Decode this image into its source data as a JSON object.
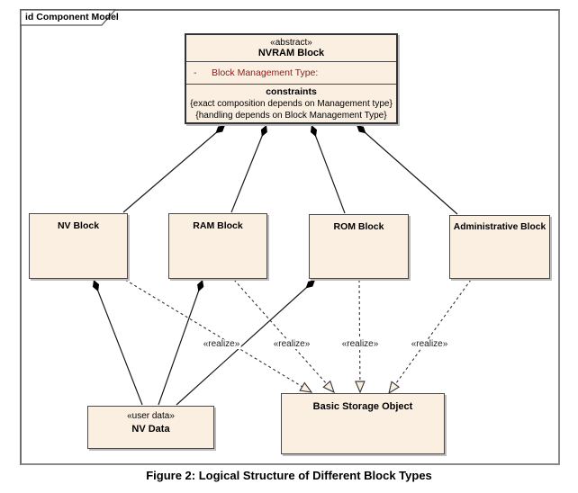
{
  "frame": {
    "label": "id Component Model"
  },
  "caption": "Figure 2: Logical Structure of Different Block Types",
  "nvram_block": {
    "stereotype": "«abstract»",
    "name": "NVRAM Block",
    "attribute_visibility": "-",
    "attribute_name": "Block Management Type:",
    "constraints_title": "constraints",
    "constraints": [
      "{exact composition depends on Management type}",
      "{handling depends on Block Management Type}"
    ]
  },
  "blocks": [
    {
      "name": "NV Block"
    },
    {
      "name": "RAM Block"
    },
    {
      "name": "ROM Block"
    },
    {
      "name": "Administrative Block"
    }
  ],
  "nv_data": {
    "stereotype": "«user data»",
    "name": "NV Data"
  },
  "basic_storage_object": {
    "name": "Basic Storage Object"
  },
  "relations": {
    "realize_label": "«realize»",
    "composition_targets": [
      "NV Block",
      "RAM Block",
      "ROM Block",
      "Administrative Block"
    ],
    "aggregated_into_nv_data": [
      "NV Block",
      "RAM Block",
      "ROM Block"
    ],
    "realize_sources": [
      "NV Block",
      "RAM Block",
      "ROM Block",
      "Administrative Block"
    ],
    "realize_target": "Basic Storage Object"
  },
  "colors": {
    "box_fill": "#fbefe2",
    "box_border": "#4a4a4a",
    "attribute_text": "#8b1a1a",
    "frame_border": "#8a8a8a",
    "connector": "#1a1a1a"
  }
}
